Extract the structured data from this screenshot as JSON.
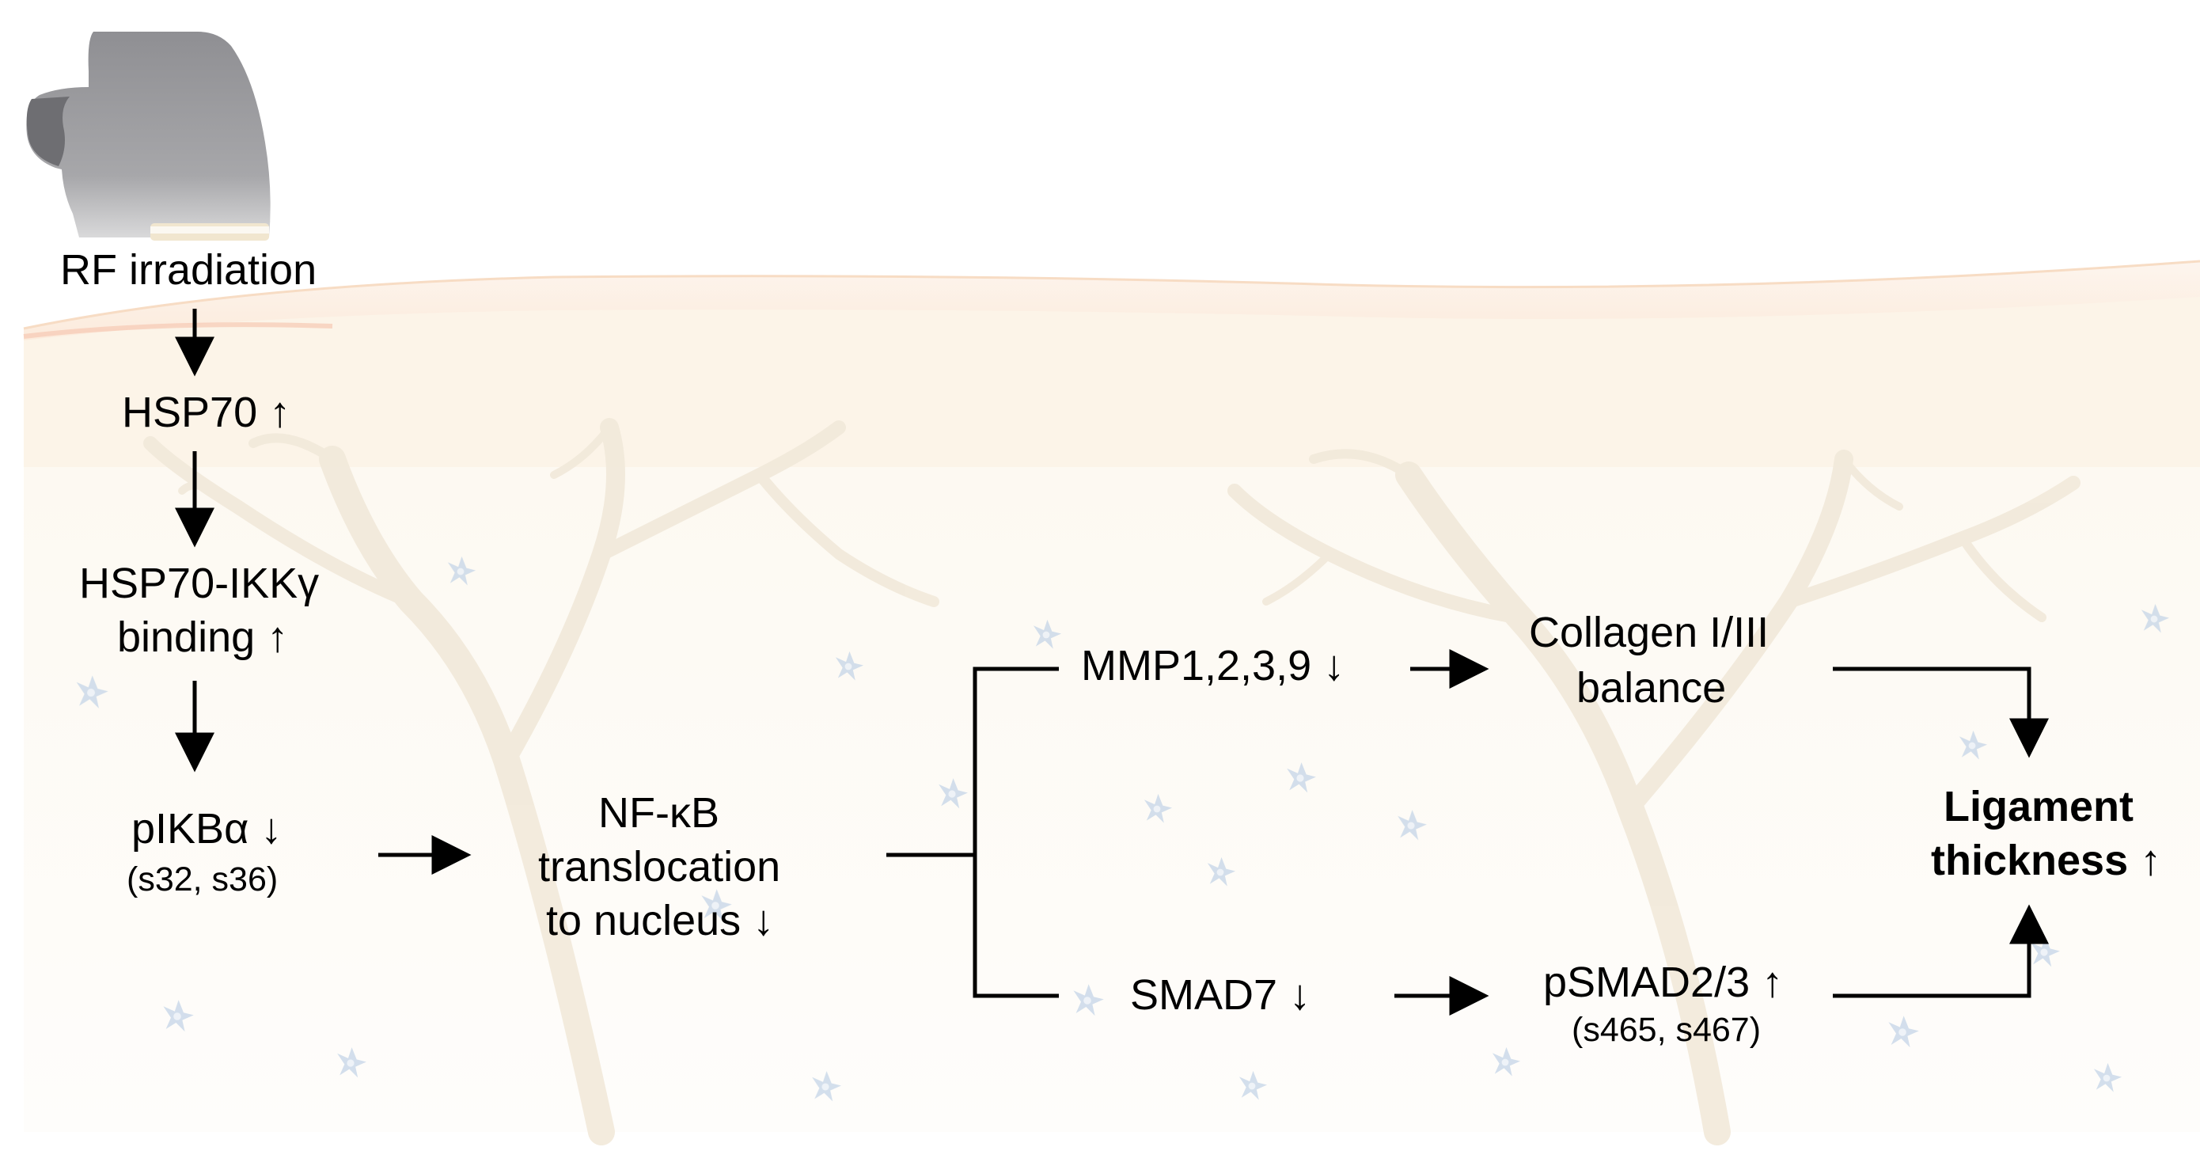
{
  "diagram": {
    "nodes": {
      "rf_irradiation": {
        "label": "RF irradiation"
      },
      "hsp70": {
        "label": "HSP70 ↑"
      },
      "hsp70_ikk": {
        "line1": "HSP70-IKKγ",
        "line2": "binding ↑"
      },
      "pikba": {
        "label": "pIKBα ↓",
        "sub": "(s32, s36)"
      },
      "nfkb": {
        "line1": "NF-κB",
        "line2": "translocation",
        "line3": "to nucleus ↓"
      },
      "mmp": {
        "label": "MMP1,2,3,9 ↓"
      },
      "smad7": {
        "label": "SMAD7 ↓"
      },
      "collagen": {
        "line1": "Collagen I/III",
        "line2": "balance"
      },
      "psmad": {
        "label": "pSMAD2/3 ↑",
        "sub": "(s465, s467)"
      },
      "ligament": {
        "line1": "Ligament",
        "line2": "thickness ↑"
      }
    },
    "edges": [
      {
        "from": "rf_irradiation",
        "to": "hsp70"
      },
      {
        "from": "hsp70",
        "to": "hsp70_ikk"
      },
      {
        "from": "hsp70_ikk",
        "to": "pikba"
      },
      {
        "from": "pikba",
        "to": "nfkb"
      },
      {
        "from": "nfkb",
        "to": "mmp"
      },
      {
        "from": "nfkb",
        "to": "smad7"
      },
      {
        "from": "mmp",
        "to": "collagen"
      },
      {
        "from": "smad7",
        "to": "psmad"
      },
      {
        "from": "collagen",
        "to": "ligament"
      },
      {
        "from": "psmad",
        "to": "ligament"
      }
    ]
  },
  "colors": {
    "text": "#000000",
    "arrow": "#000000",
    "device": "#8f8f93",
    "skin_band": "#fdf0e4",
    "dermis_bg": "#fdfbf4",
    "vessel": "#f1e9da",
    "cell": "#bccfe3"
  },
  "icons": {
    "device": "rf-handpiece-icon",
    "cells": "fibroblast-cell-icon"
  }
}
